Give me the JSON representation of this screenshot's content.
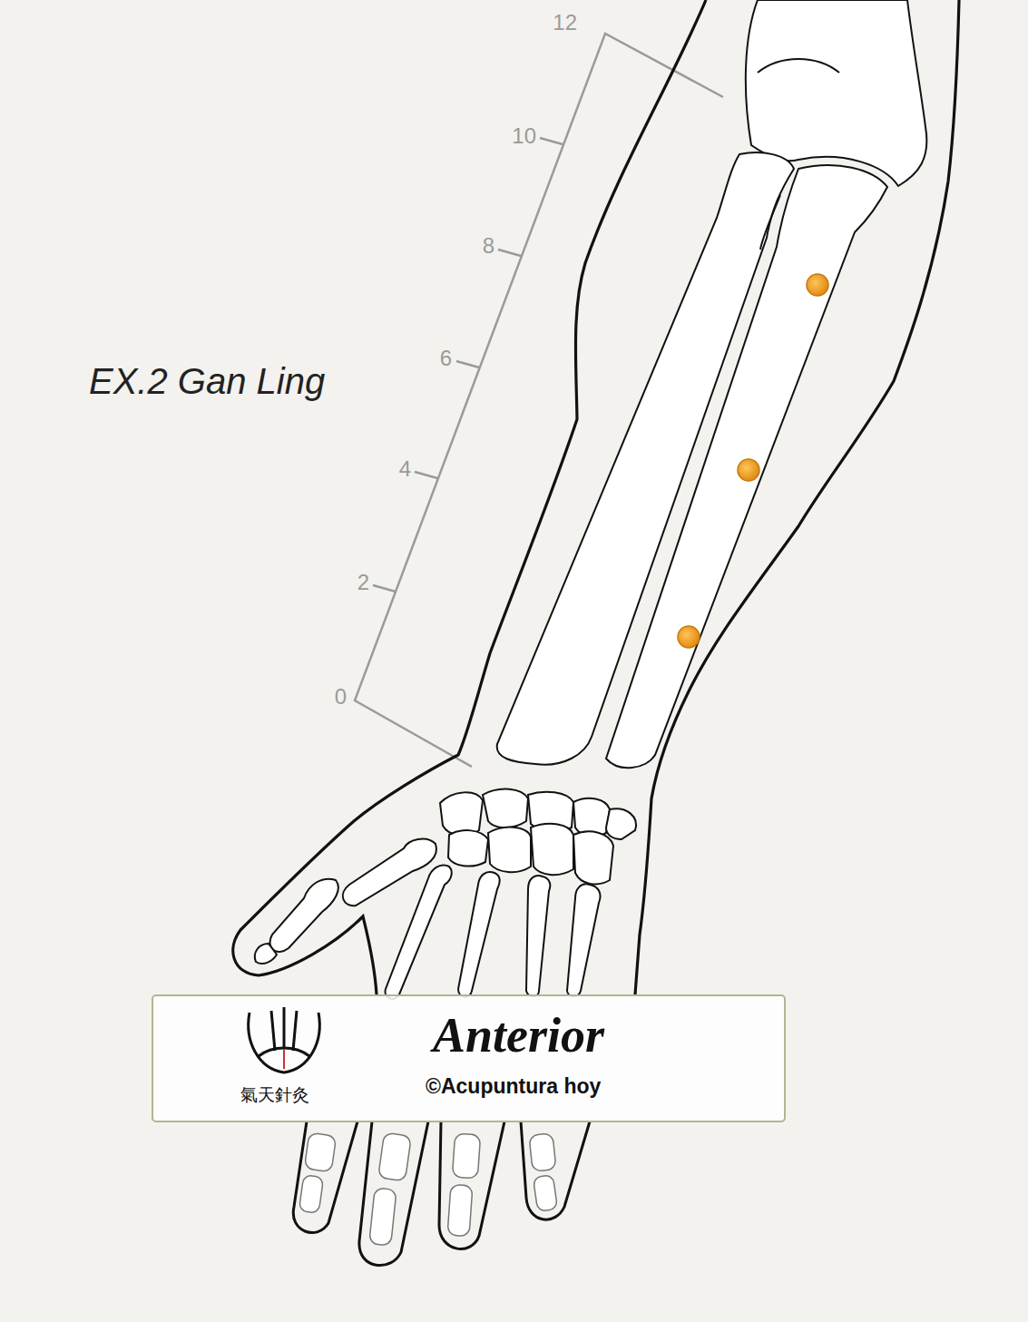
{
  "diagram": {
    "title": "EX.2 Gan Ling",
    "nodes": [
      {
        "text": [
          "氣天針灸",
          "Anterior",
          "©Acupuntura hoy"
        ]
      }
    ],
    "labels": [
      "12",
      "10",
      "8",
      "6",
      "4",
      "2",
      "0"
    ]
  }
}
